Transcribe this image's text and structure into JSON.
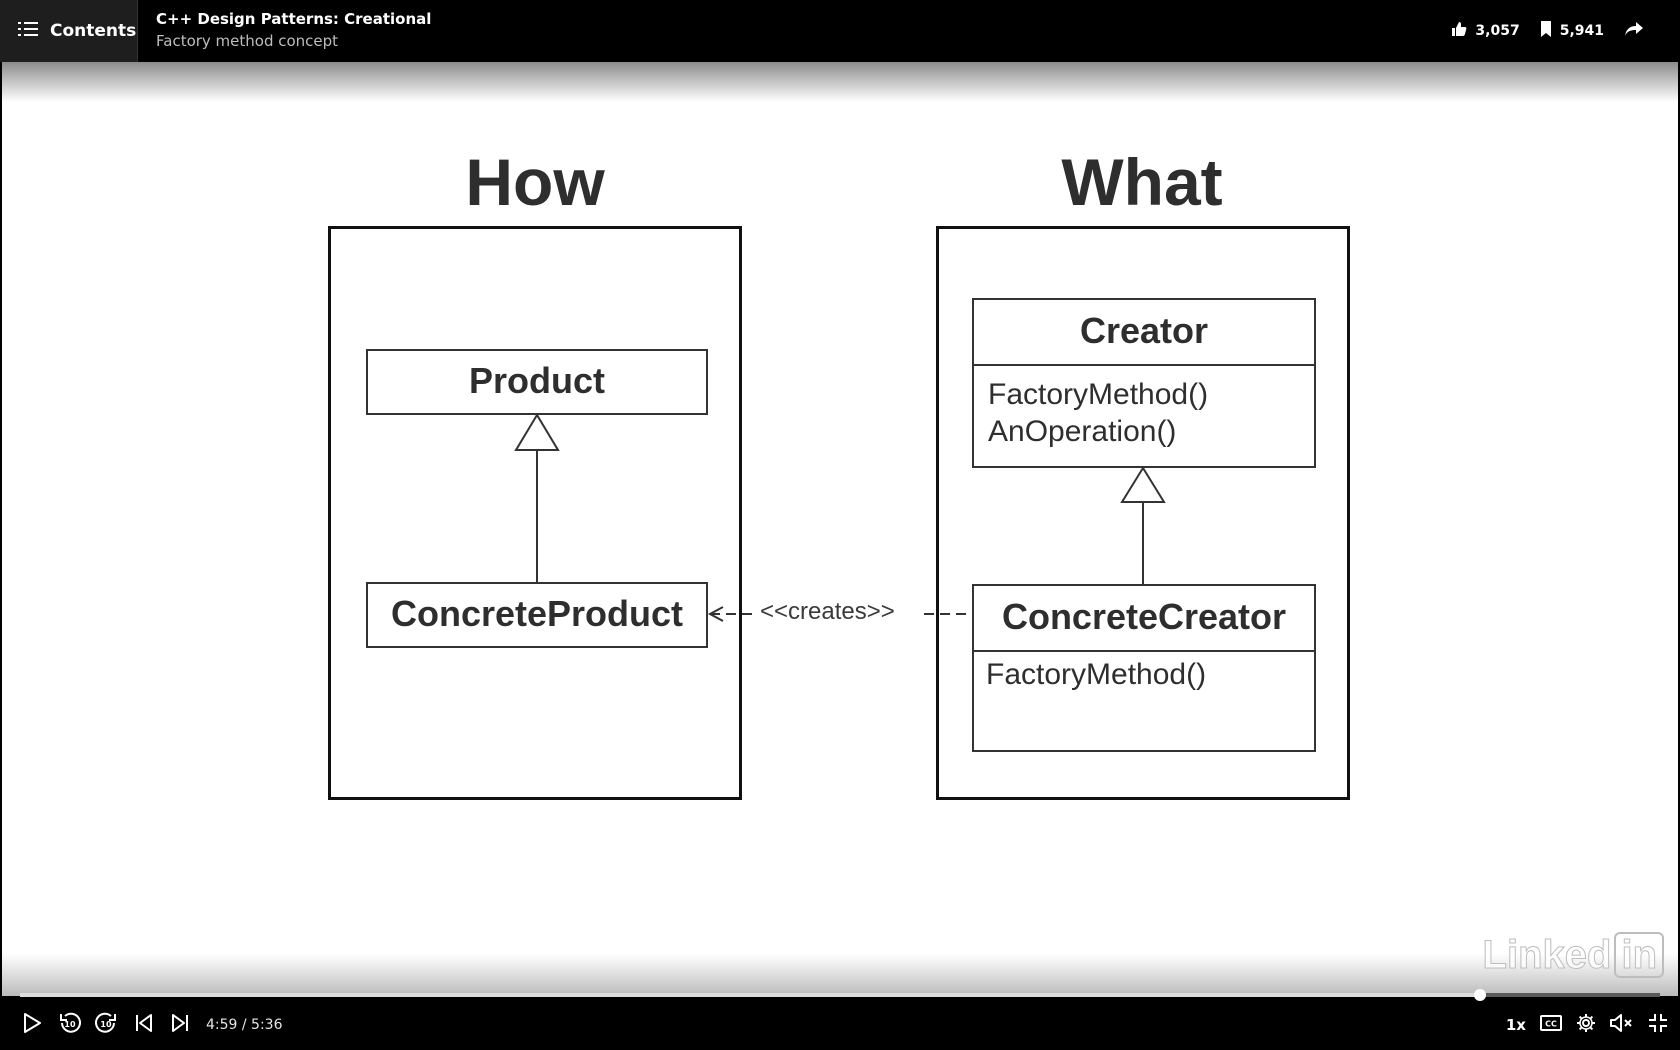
{
  "header": {
    "contents_label": "Contents",
    "course_title": "C++ Design Patterns: Creational",
    "video_title": "Factory method concept",
    "likes": "3,057",
    "saves": "5,941"
  },
  "slide": {
    "left_heading": "How",
    "right_heading": "What",
    "product": "Product",
    "concrete_product": "ConcreteProduct",
    "creator": "Creator",
    "creator_methods": [
      "FactoryMethod()",
      "AnOperation()"
    ],
    "concrete_creator": "ConcreteCreator",
    "concrete_creator_methods": [
      "FactoryMethod()"
    ],
    "creates_label": "<<creates>>",
    "watermark_left": "Linked",
    "watermark_right": "in"
  },
  "player": {
    "current_time": "4:59",
    "duration": "5:36",
    "time_display": "4:59 / 5:36",
    "progress_fraction": 0.89,
    "speed": "1x"
  },
  "icons": {
    "contents": "list-icon",
    "like": "thumbs-up-icon",
    "save": "bookmark-icon",
    "share": "share-icon",
    "play": "play-icon",
    "rewind": "rewind-10-icon",
    "forward": "forward-10-icon",
    "prev": "previous-icon",
    "next": "next-icon",
    "captions": "closed-captions-icon",
    "settings": "gear-icon",
    "mute": "volume-muted-icon",
    "exit_fullscreen": "exit-fullscreen-icon"
  }
}
